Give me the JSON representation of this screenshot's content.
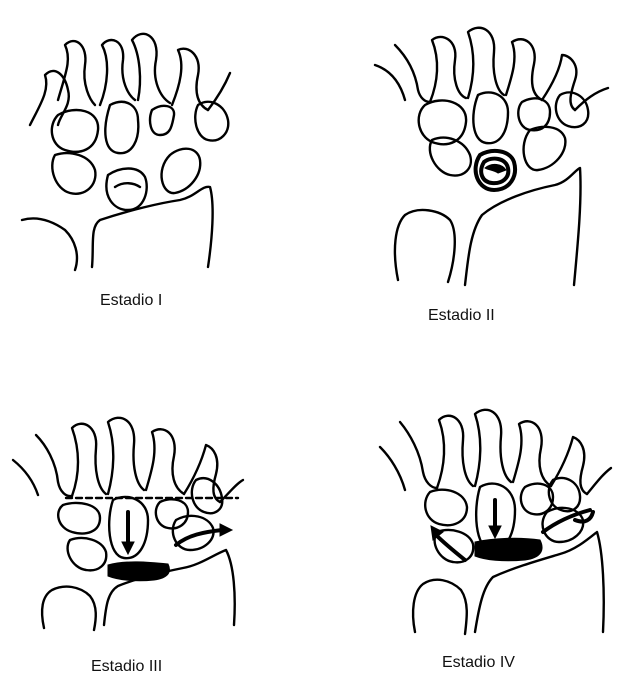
{
  "captions": {
    "stage1": "Estadio I",
    "stage2": "Estadio II",
    "stage3": "Estadio III",
    "stage4": "Estadio IV"
  }
}
